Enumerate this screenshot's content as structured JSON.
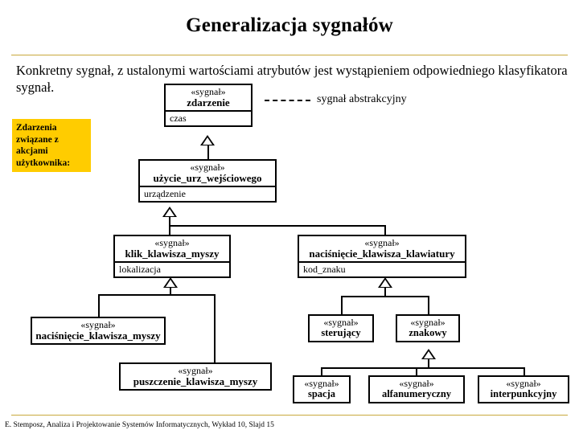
{
  "slide": {
    "title": "Generalizacja sygnałów",
    "intro": "Konkretny sygnał, z ustalonymi wartościami atrybutów jest wystąpieniem odpowiedniego klasyfikatora sygnał.",
    "footer": "E. Stemposz, Analiza i Projektowanie Systemów Informatycznych, Wykład 10, Slajd 15",
    "accent_color": "#c8a83c",
    "callout_color": "#ffcc00"
  },
  "callout": {
    "line1": "Zdarzenia",
    "line2": "związane z",
    "line3": "akcjami",
    "line4": "użytkownika:"
  },
  "note": {
    "text": "sygnał abstrakcyjny"
  },
  "classes": {
    "zdarzenie": {
      "stereotype": "«sygnał»",
      "name": "zdarzenie",
      "attribute": "czas"
    },
    "uzycie_urz": {
      "stereotype": "«sygnał»",
      "name": "użycie_urz_wejściowego",
      "attribute": "urządzenie"
    },
    "klik_myszy": {
      "stereotype": "«sygnał»",
      "name": "klik_klawisza_myszy",
      "attribute": "lokalizacja"
    },
    "nacisniecie_klawiatury": {
      "stereotype": "«sygnał»",
      "name": "naciśnięcie_klawisza_klawiatury",
      "attribute": "kod_znaku"
    },
    "nacisniecie_myszy": {
      "stereotype": "«sygnał»",
      "name": "naciśnięcie_klawisza_myszy"
    },
    "puszczenie_myszy": {
      "stereotype": "«sygnał»",
      "name": "puszczenie_klawisza_myszy"
    },
    "sterujacy": {
      "stereotype": "«sygnał»",
      "name": "sterujący"
    },
    "znakowy": {
      "stereotype": "«sygnał»",
      "name": "znakowy"
    },
    "spacja": {
      "stereotype": "«sygnał»",
      "name": "spacja"
    },
    "alfanumeryczny": {
      "stereotype": "«sygnał»",
      "name": "alfanumeryczny"
    },
    "interpunkcyjny": {
      "stereotype": "«sygnał»",
      "name": "interpunkcyjny"
    }
  }
}
